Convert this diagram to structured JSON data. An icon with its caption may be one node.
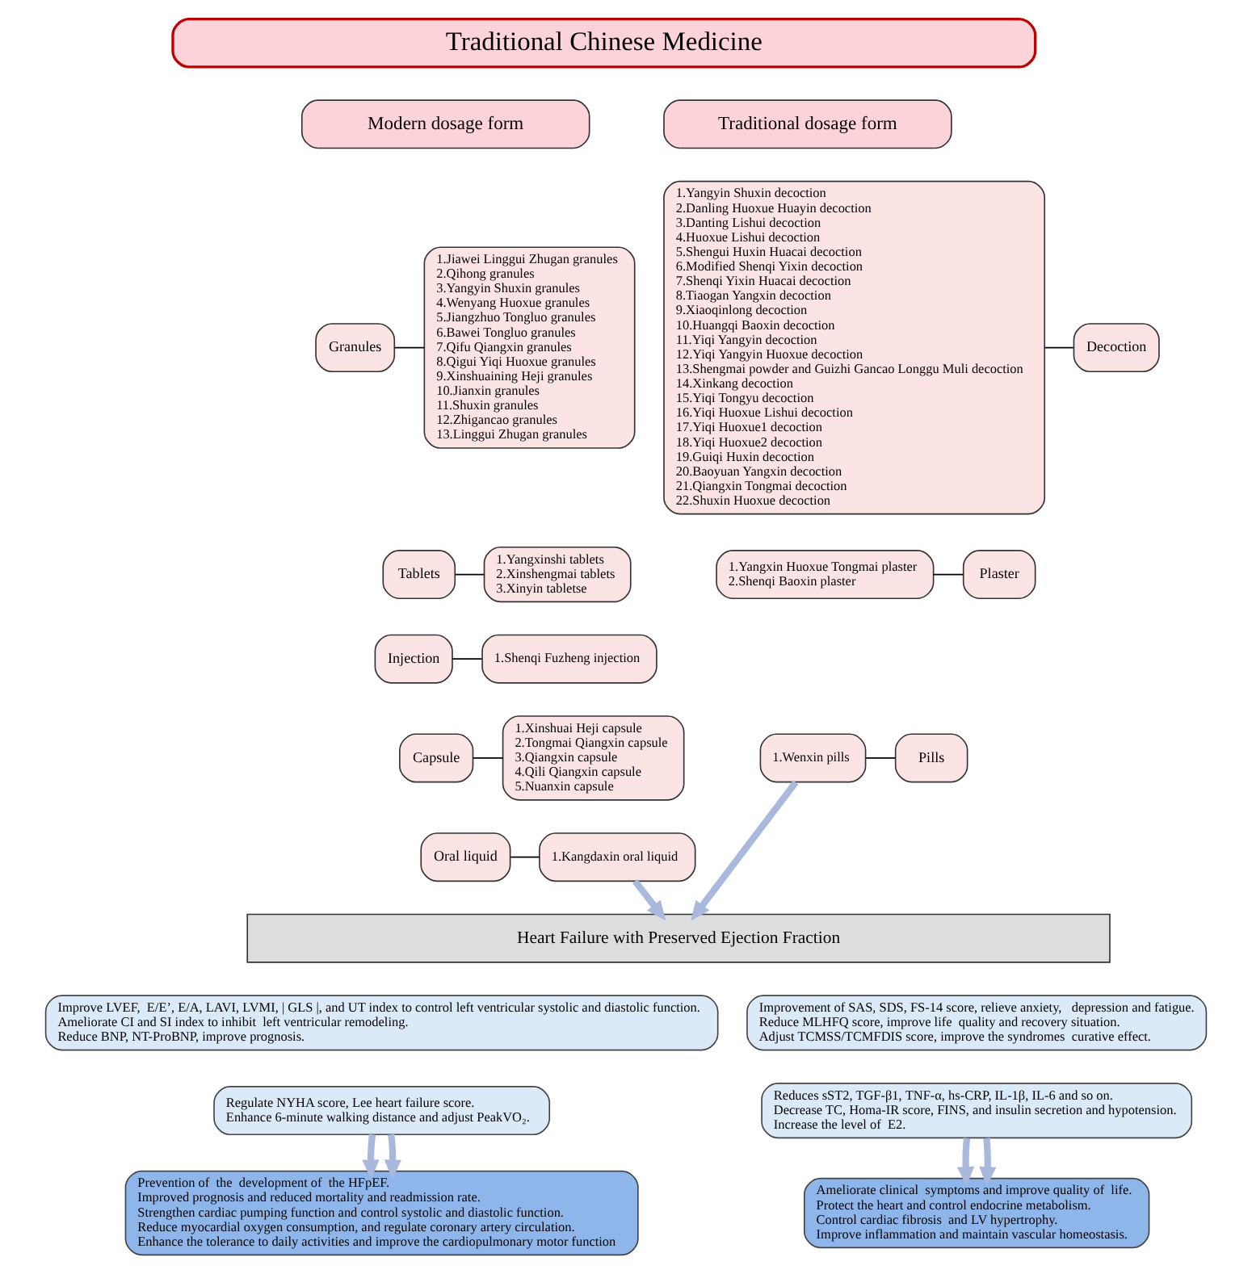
{
  "diagram": {
    "nodes": [
      {
        "text": [
          "Traditional Chinese Medicine"
        ]
      },
      {
        "text": [
          "Modern dosage form"
        ]
      },
      {
        "text": [
          "Traditional dosage form"
        ]
      },
      {
        "text": [
          "Granules"
        ]
      },
      {
        "text": [
          "1.Jiawei Linggui Zhugan granules",
          "2.Qihong granules",
          "3.Yangyin Shuxin granules",
          "4.Wenyang Huoxue granules",
          "5.Jiangzhuo Tongluo granules",
          "6.Bawei Tongluo granules",
          "7.Qifu Qiangxin granules",
          "8.Qigui Yiqi Huoxue granules",
          "9.Xinshuaining Heji granules",
          "10.Jianxin granules",
          "11.Shuxin granules",
          "12.Zhigancao granules",
          "13.Linggui Zhugan granules"
        ]
      },
      {
        "text": [
          "Tablets"
        ]
      },
      {
        "text": [
          "1.Yangxinshi tablets",
          "2.Xinshengmai tablets",
          "3.Xinyin tabletse"
        ]
      },
      {
        "text": [
          "Injection"
        ]
      },
      {
        "text": [
          "1.Shenqi Fuzheng injection"
        ]
      },
      {
        "text": [
          "Capsule"
        ]
      },
      {
        "text": [
          "1.Xinshuai Heji capsule",
          "2.Tongmai Qiangxin capsule",
          "3.Qiangxin capsule",
          "4.Qili Qiangxin capsule",
          "5.Nuanxin capsule"
        ]
      },
      {
        "text": [
          "Oral liquid"
        ]
      },
      {
        "text": [
          "1.Kangdaxin oral liquid"
        ]
      },
      {
        "text": [
          "1.Yangyin Shuxin decoction",
          "2.Danling Huoxue Huayin decoction",
          "3.Danting Lishui decoction",
          "4.Huoxue Lishui decoction",
          "5.Shengui Huxin Huacai decoction",
          "6.Modified Shenqi Yixin decoction",
          "7.Shenqi Yixin Huacai decoction",
          "8.Tiaogan Yangxin decoction",
          "9.Xiaoqinlong decoction",
          "10.Huangqi Baoxin decoction",
          "11.Yiqi Yangyin decoction",
          "12.Yiqi Yangyin Huoxue decoction",
          "13.Shengmai powder and Guizhi Gancao Longgu Muli decoction",
          "14.Xinkang decoction",
          "15.Yiqi Tongyu decoction",
          "16.Yiqi Huoxue Lishui decoction",
          "17.Yiqi Huoxue1 decoction",
          "18.Yiqi Huoxue2 decoction",
          "19.Guiqi Huxin decoction",
          "20.Baoyuan Yangxin decoction",
          "21.Qiangxin Tongmai decoction",
          "22.Shuxin Huoxue decoction"
        ]
      },
      {
        "text": [
          "Decoction"
        ]
      },
      {
        "text": [
          "1.Yangxin Huoxue Tongmai plaster",
          "2.Shenqi Baoxin plaster"
        ]
      },
      {
        "text": [
          "Plaster"
        ]
      },
      {
        "text": [
          "1.Wenxin pills"
        ]
      },
      {
        "text": [
          "Pills"
        ]
      },
      {
        "text": [
          "Heart Failure with Preserved Ejection Fraction"
        ]
      },
      {
        "text": [
          "Improve LVEF,  E/E’, E/A, LAVI, LVMI, | GLS |, and UT index to control left ventricular systolic and diastolic function.",
          "Ameliorate CI and SI index to inhibit  left ventricular remodeling.",
          "Reduce BNP, NT-ProBNP, improve prognosis."
        ]
      },
      {
        "text": [
          "Improvement of SAS, SDS, FS-14 score, relieve anxiety,   depression and fatigue.",
          "Reduce MLHFQ score, improve life  quality and recovery situation.",
          "Adjust TCMSS/TCMFDIS score, improve the syndromes  curative effect."
        ]
      },
      {
        "text": [
          "Regulate NYHA score, Lee heart failure score.",
          "Enhance 6-minute walking distance and adjust PeakVO₂."
        ]
      },
      {
        "text": [
          "Reduces sST2, TGF-β1, TNF-α, hs-CRP, IL-1β, IL-6 and so on.",
          "Decrease TC, Homa-IR score, FINS, and insulin secretion and hypotension.",
          "Increase the level of  E2."
        ]
      },
      {
        "text": [
          "Prevention of  the  development of  the HFpEF.",
          "Improved prognosis and reduced mortality and readmission rate.",
          "Strengthen cardiac pumping function and control systolic and diastolic function.",
          "Reduce myocardial oxygen consumption, and regulate coronary artery circulation.",
          "Enhance the tolerance to daily activities and improve the cardiopulmonary motor function"
        ]
      },
      {
        "text": [
          "Ameliorate clinical  symptoms and improve quality of  life.",
          "Protect the heart and control endocrine metabolism.",
          "Control cardiac fibrosis  and LV hypertrophy.",
          "Improve inflammation and maintain vascular homeostasis."
        ]
      }
    ],
    "edges": [
      {
        "from": 3,
        "to": 4,
        "arrow": "none"
      },
      {
        "from": 5,
        "to": 6,
        "arrow": "none"
      },
      {
        "from": 7,
        "to": 8,
        "arrow": "none"
      },
      {
        "from": 9,
        "to": 10,
        "arrow": "none"
      },
      {
        "from": 11,
        "to": 12,
        "arrow": "none"
      },
      {
        "from": 13,
        "to": 14,
        "arrow": "none"
      },
      {
        "from": 15,
        "to": 16,
        "arrow": "none"
      },
      {
        "from": 17,
        "to": 18,
        "arrow": "none"
      },
      {
        "from": 12,
        "to": 19,
        "arrow": "to",
        "style": "thick",
        "color": "#a9b8dd"
      },
      {
        "from": 17,
        "to": 19,
        "arrow": "to",
        "style": "thick",
        "color": "#a9b8dd"
      },
      {
        "from": 22,
        "to": 24,
        "arrow": "to",
        "style": "thick",
        "color": "#a9b8dd"
      },
      {
        "from": 22,
        "to": 24,
        "arrow": "to",
        "style": "thick",
        "color": "#a9b8dd"
      },
      {
        "from": 23,
        "to": 25,
        "arrow": "to",
        "style": "thick",
        "color": "#a9b8dd"
      },
      {
        "from": 23,
        "to": 25,
        "arrow": "to",
        "style": "thick",
        "color": "#a9b8dd"
      }
    ]
  }
}
